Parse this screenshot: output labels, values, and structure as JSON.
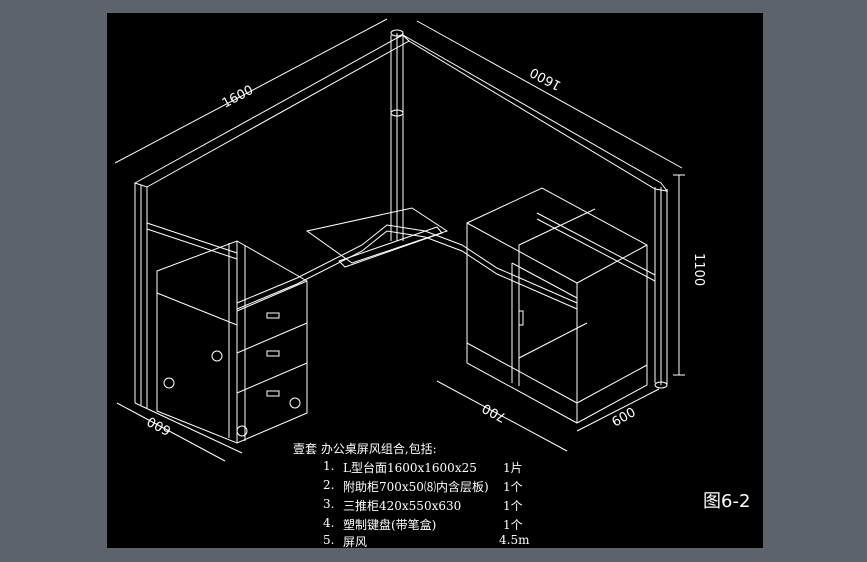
{
  "dimensions": {
    "back_left_width": "1600",
    "back_right_width": "1600",
    "screen_height": "1100",
    "left_depth": "600",
    "right_length": "700",
    "right_depth": "600"
  },
  "parts_list": {
    "heading": "壹套 办公桌屏风组合,包括:",
    "items": [
      {
        "index": "1.",
        "name": "L型台面1600x1600x25",
        "qty": "1片"
      },
      {
        "index": "2.",
        "name": "附助柜700x50⑻内含层板)",
        "qty": "1个"
      },
      {
        "index": "3.",
        "name": "三推柜420x550x630",
        "qty": "1个"
      },
      {
        "index": "4.",
        "name": "塑制键盘(带笔盒)",
        "qty": "1个"
      },
      {
        "index": "5.",
        "name": "屏风",
        "qty": "4.5m"
      }
    ]
  },
  "figure_label": "图6-2",
  "colors": {
    "frame": "#5d636b",
    "canvas": "#000000",
    "line": "#ffffff"
  }
}
